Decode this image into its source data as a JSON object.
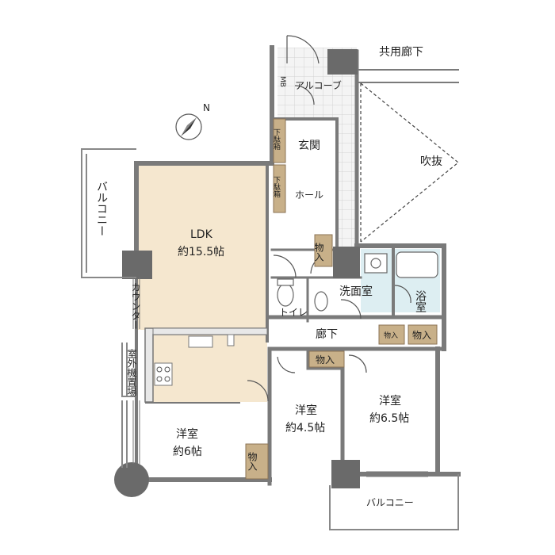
{
  "labels": {
    "common_corridor": "共用廊下",
    "alcove": "アルコーブ",
    "mb": "MB",
    "entrance": "玄関",
    "shoe_box": "下駄箱",
    "hall": "ホール",
    "void": "吹抜",
    "balcony_west": "バルコニー",
    "balcony_south": "バルコニー",
    "ldk": "LDK",
    "ldk_area": "約15.5帖",
    "counter": "カウンター",
    "outdoor_unit": "室外機置場",
    "storage": "物入",
    "washroom": "洗面室",
    "bath": "浴室",
    "toilet": "トイレ",
    "corridor": "廊下",
    "western_room": "洋室",
    "room_a_area": "約6帖",
    "room_b_area": "約4.5帖",
    "room_c_area": "約6.5帖"
  },
  "colors": {
    "wall": "#7a7a7a",
    "column": "#6a6a6a",
    "ldk_floor": "#f5e7cf",
    "storage": "#c8b089",
    "wet_area": "#ddeef2",
    "entrance_tile": "#f2f2f2"
  },
  "icons": {
    "north": "north-arrow-icon"
  }
}
